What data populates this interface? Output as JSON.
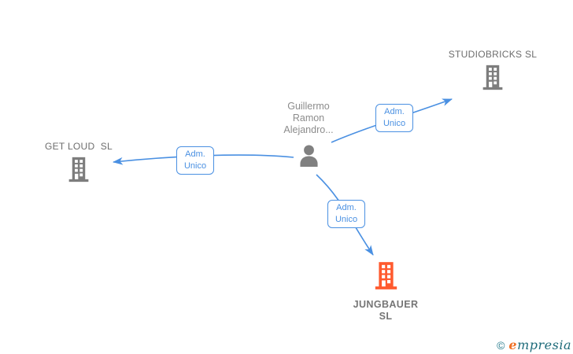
{
  "diagram": {
    "person": {
      "name": "Guillermo\nRamon\nAlejandro..."
    },
    "companies": [
      {
        "id": "studiobricks",
        "name": "STUDIOBRICKS SL",
        "highlight": false
      },
      {
        "id": "getloud",
        "name": "GET LOUD  SL",
        "highlight": false
      },
      {
        "id": "jungbauer",
        "name": "JUNGBAUER\nSL",
        "highlight": true
      }
    ],
    "edges": [
      {
        "from": "person",
        "to": "studiobricks",
        "label": "Adm.\nUnico"
      },
      {
        "from": "person",
        "to": "getloud",
        "label": "Adm.\nUnico"
      },
      {
        "from": "person",
        "to": "jungbauer",
        "label": "Adm.\nUnico"
      }
    ],
    "colors": {
      "edge_blue": "#4a90e2",
      "label_border": "#4a90e2",
      "label_text": "#4a90e2",
      "node_gray": "#7d7d7d",
      "company_text": "#6d6d6d",
      "person_text": "#8c8c8c",
      "highlight_orange": "#ff5a2e",
      "watermark_teal": "#1e6b7a",
      "watermark_orange": "#f07024"
    },
    "watermark": {
      "copyright": "©",
      "brand_first": "e",
      "brand_rest": "mpresia"
    }
  }
}
